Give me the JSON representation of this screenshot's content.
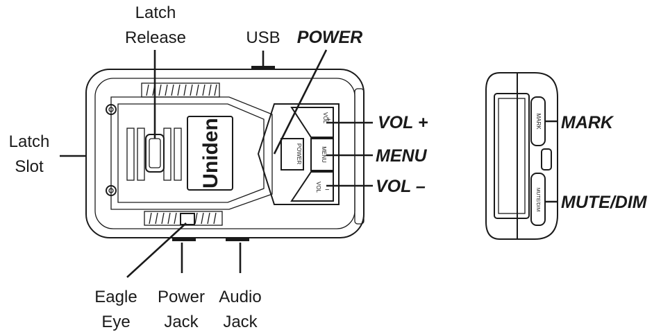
{
  "device": {
    "brand": "Uniden",
    "button_text": {
      "vol_plus": [
        "VOL",
        "+"
      ],
      "menu": "MENU",
      "power": "POWER",
      "vol_minus": [
        "VOL",
        "−"
      ],
      "mark": "MARK",
      "mute_dim": "MUTE/DIM"
    }
  },
  "labels": {
    "latch_release": [
      "Latch",
      "Release"
    ],
    "usb": "USB",
    "power": "POWER",
    "latch_slot": [
      "Latch",
      "Slot"
    ],
    "vol_plus": "VOL +",
    "menu": "MENU",
    "vol_minus": "VOL –",
    "mark": "MARK",
    "mute_dim": "MUTE/DIM",
    "eagle_eye": [
      "Eagle",
      "Eye"
    ],
    "power_jack": [
      "Power",
      "Jack"
    ],
    "audio_jack": [
      "Audio",
      "Jack"
    ]
  }
}
